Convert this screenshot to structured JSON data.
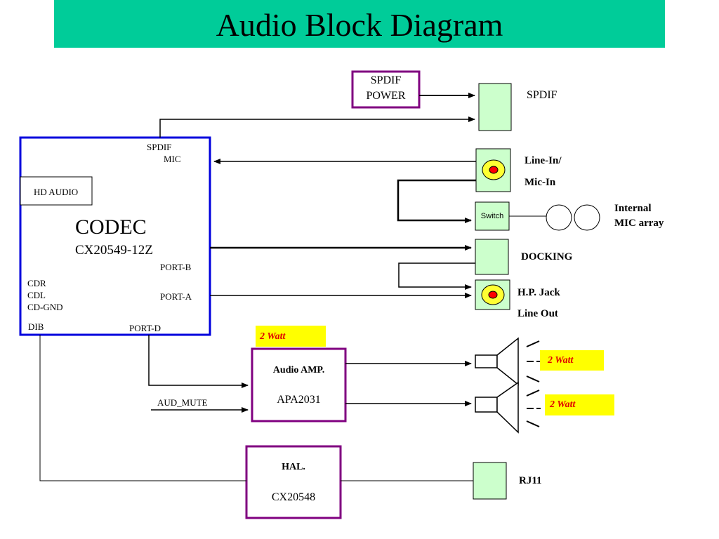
{
  "title": "Audio Block Diagram",
  "spdif_power": {
    "line1": "SPDIF",
    "line2": "POWER"
  },
  "codec": {
    "name": "CODEC",
    "part": "CX20549-12Z",
    "pin_spdif": "SPDIF",
    "pin_mic": "MIC",
    "hd_audio": "HD AUDIO",
    "port_b": "PORT-B",
    "port_a": "PORT-A",
    "port_d": "PORT-D",
    "cdr": "CDR",
    "cdl": "CDL",
    "cd_gnd": "CD-GND",
    "dib": "DIB"
  },
  "connectors": {
    "spdif": "SPDIF",
    "line_in": "Line-In/",
    "mic_in": "Mic-In",
    "switch": "Switch",
    "internal_mic_line1": "Internal",
    "internal_mic_line2": "MIC array",
    "docking": "DOCKING",
    "hp_jack": "H.P. Jack",
    "line_out": "Line Out",
    "rj11": "RJ11"
  },
  "amp": {
    "watt_label": "2 Watt",
    "name": "Audio AMP.",
    "part": "APA2031",
    "aud_mute": "AUD_MUTE",
    "speaker1_watt": "2 Watt",
    "speaker2_watt": "2 Watt"
  },
  "hal": {
    "name": "HAL.",
    "part": "CX20548"
  },
  "colors": {
    "title_bar": "#00cc99",
    "codec_border": "#0000dd",
    "block_border": "#800080",
    "connector_fill": "#ccffcc",
    "watt_bg": "#ffff00",
    "watt_text": "#e00000"
  }
}
